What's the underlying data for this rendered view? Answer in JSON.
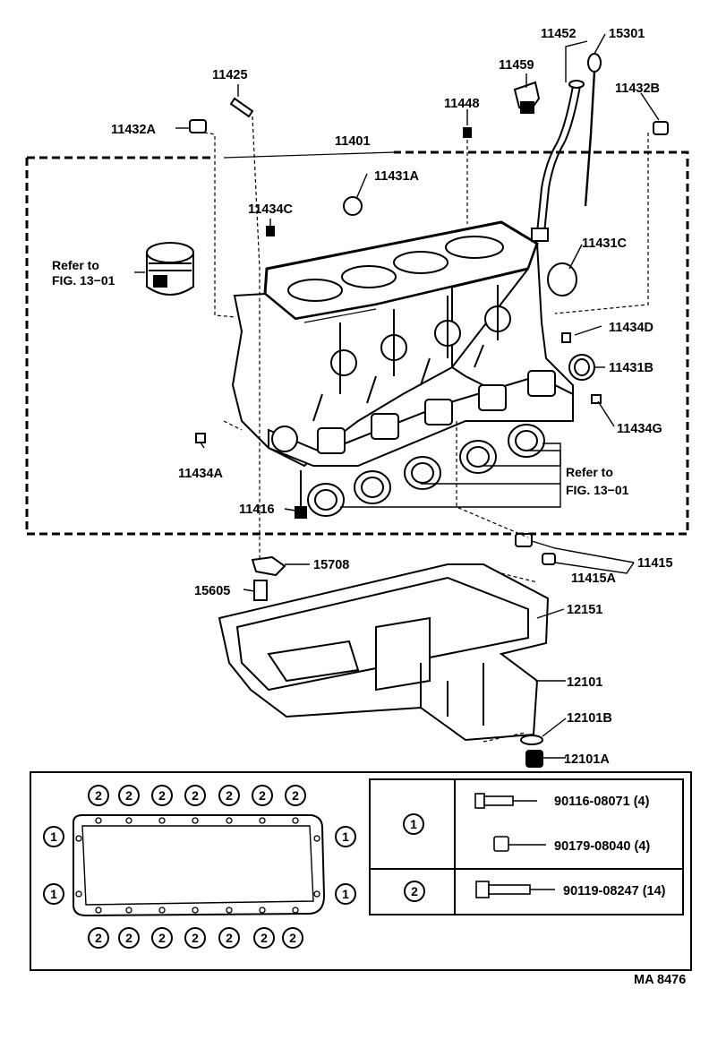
{
  "diagram": {
    "part_labels": {
      "p11452": "11452",
      "p15301": "15301",
      "p11459": "11459",
      "p11425": "11425",
      "p11432B": "11432B",
      "p11448": "11448",
      "p11432A": "11432A",
      "p11401": "11401",
      "p11431A": "11431A",
      "p11434C": "11434C",
      "p11431C": "11431C",
      "p11434D": "11434D",
      "p11431B": "11431B",
      "p11434G": "11434G",
      "p11434A": "11434A",
      "p11416": "11416",
      "p15708": "15708",
      "p15605": "15605",
      "p11415A": "11415A",
      "p11415": "11415",
      "p12151": "12151",
      "p12101": "12101",
      "p12101B": "12101B",
      "p12101A": "12101A"
    },
    "references": {
      "piston_line1": "Refer to",
      "piston_line2": "FIG. 13−01",
      "bearing_line1": "Refer to",
      "bearing_line2": "FIG. 13−01"
    },
    "legend": {
      "marker_1": "1",
      "marker_2": "2",
      "rows": [
        {
          "marker": "1",
          "part": "90116-08071 (4)"
        },
        {
          "marker": "1",
          "part": "90179-08040 (4)"
        },
        {
          "marker": "2",
          "part": "90119-08247 (14)"
        }
      ]
    },
    "figure_code": "MA 8476"
  }
}
